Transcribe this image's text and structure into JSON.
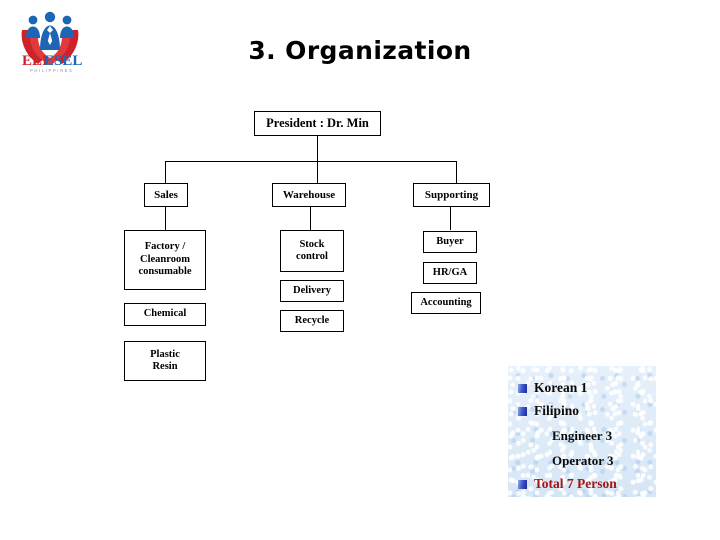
{
  "slide": {
    "title": "3. Organization",
    "background_color": "#ffffff"
  },
  "logo": {
    "name": "eliesel-logo",
    "text_part_1": "ELI",
    "text_part_2": "ESEL",
    "tagline": "PHILIPPINES",
    "color_red": "#cc2229",
    "color_blue": "#1c66b5"
  },
  "org_chart": {
    "root": {
      "label": "President : Dr. Min"
    },
    "branches": [
      {
        "label": "Sales",
        "children": [
          {
            "label": "Factory /\nCleanroom\nconsumable"
          },
          {
            "label": "Chemical"
          },
          {
            "label": "Plastic\nResin"
          }
        ]
      },
      {
        "label": "Warehouse",
        "children": [
          {
            "label": "Stock\ncontrol"
          },
          {
            "label": "Delivery"
          },
          {
            "label": "Recycle"
          }
        ]
      },
      {
        "label": "Supporting",
        "children": [
          {
            "label": "Buyer"
          },
          {
            "label": "HR/GA"
          },
          {
            "label": "Accounting"
          }
        ]
      }
    ]
  },
  "legend": {
    "background_color": "#dce9f7",
    "bullet_color": "#2a3fb8",
    "total_color": "#a31515",
    "rows": [
      {
        "label": "Korean  1",
        "bullet": true,
        "sub": false
      },
      {
        "label": "Filipino",
        "bullet": true,
        "sub": false
      },
      {
        "label": "Engineer  3",
        "bullet": false,
        "sub": true
      },
      {
        "label": "Operator   3",
        "bullet": false,
        "sub": true
      },
      {
        "label": "Total 7 Person",
        "bullet": true,
        "sub": false
      }
    ]
  }
}
